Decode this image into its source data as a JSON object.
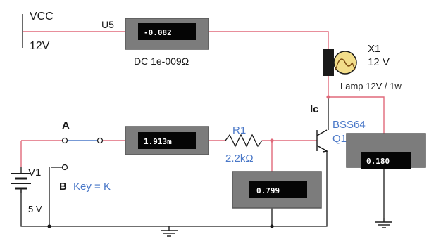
{
  "colors": {
    "wire_red": "#e0697a",
    "wire_black": "#1a1a1a",
    "meter_body": "#7c7c7c",
    "meter_border": "#5a5a5a",
    "meter_screen": "#050505",
    "label_blue": "#4a78c8"
  },
  "supply": {
    "name": "VCC",
    "voltage": "12V"
  },
  "ammeter_top": {
    "ref": "U5",
    "reading": "-0.082",
    "caption": "DC  1e-009Ω"
  },
  "lamp": {
    "ref": "X1",
    "rating": "12 V",
    "description": "Lamp 12V / 1w",
    "icon": "lamp-icon"
  },
  "collector_label": "Ic",
  "switch": {
    "node_a": "A",
    "node_b": "B",
    "key_label": "Key = K"
  },
  "ammeter_base": {
    "reading": "1.913m"
  },
  "resistor": {
    "ref": "R1",
    "value": "2.2kΩ"
  },
  "voltmeter_base": {
    "reading": "0.799"
  },
  "transistor": {
    "model": "BSS64",
    "ref": "Q1",
    "icon": "npn-transistor-icon"
  },
  "voltmeter_ce": {
    "reading": "0.180"
  },
  "battery": {
    "ref": "V1",
    "voltage": "5 V",
    "icon": "battery-icon"
  }
}
